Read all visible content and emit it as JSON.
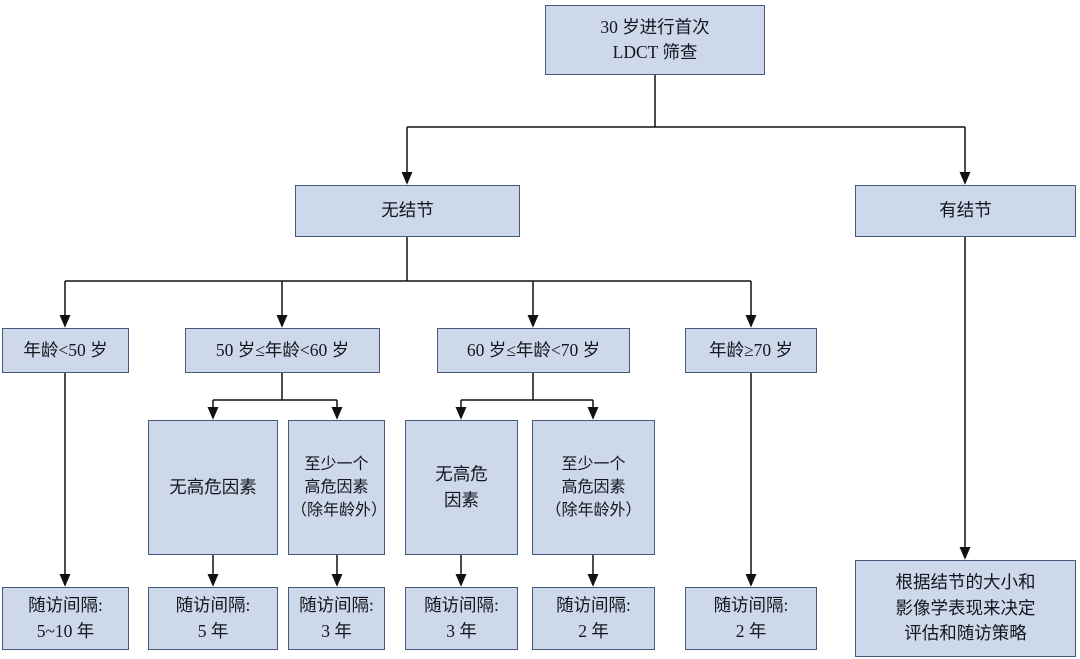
{
  "nodes": {
    "root": "30 岁进行首次\nLDCT 筛查",
    "no_nodule": "无结节",
    "nodule": "有结节",
    "age_lt50": "年龄<50 岁",
    "age_50_60": "50 岁≤年龄<60 岁",
    "age_60_70": "60 岁≤年龄<70 岁",
    "age_ge70": "年龄≥70 岁",
    "no_risk_50": "无高危因素",
    "risk_50": "至少一个\n高危因素\n（除年龄外）",
    "no_risk_60": "无高危\n因素",
    "risk_60": "至少一个\n高危因素\n（除年龄外）",
    "fu_5_10": "随访间隔:\n5~10 年",
    "fu_5": "随访间隔:\n5 年",
    "fu_3a": "随访间隔:\n3 年",
    "fu_3b": "随访间隔:\n3 年",
    "fu_2a": "随访间隔:\n2 年",
    "fu_2b": "随访间隔:\n2 年",
    "nodule_action": "根据结节的大小和\n影像学表现来决定\n评估和随访策略"
  },
  "colors": {
    "box_fill": "#cdd8ea",
    "box_border": "#46587c",
    "connector_line": "#111111",
    "text": "#15151d",
    "background": "#ffffff"
  }
}
